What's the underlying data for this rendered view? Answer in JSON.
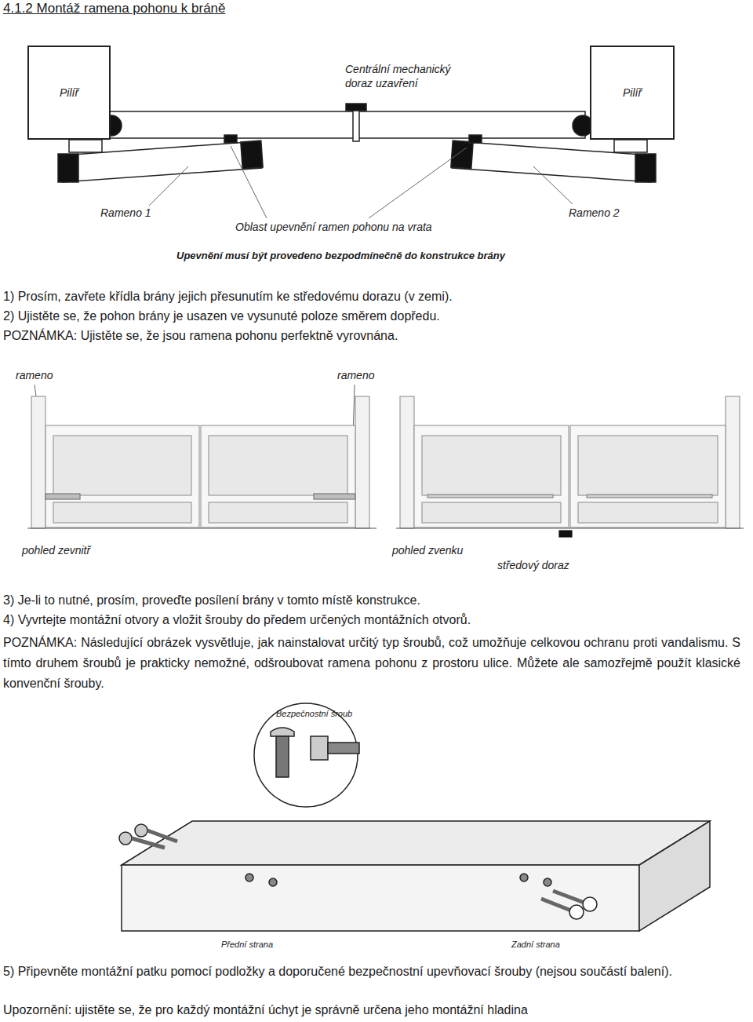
{
  "diagram": {
    "title": "4.1.2 Montáž ramena pohonu k bráně",
    "nodes": [
      {
        "text": [
          "Pilíř"
        ]
      },
      {
        "text": [
          "Pilíř"
        ]
      }
    ],
    "labels": [
      "Centrální mechanický doraz uzavření",
      "Rameno 1",
      "Oblast upevnění ramen pohonu na vrata",
      "Rameno 2",
      "Upevnění musí být provedeno bezpodmínečně do konstrukce brány",
      "1) Prosím, zavřete křídla brány jejich přesunutím ke středovému dorazu (v zemi).",
      "2) Ujistěte se, že pohon brány je usazen ve vysunuté poloze směrem dopředu.",
      "POZNÁMKA: Ujistěte se, že jsou ramena pohonu perfektně vyrovnána.",
      "rameno",
      "rameno",
      "pohled zevnitř",
      "pohled zvenku",
      "středový doraz",
      "3) Je-li to nutné, prosím, proveďte posílení brány v tomto místě konstrukce.",
      "4) Vyvrtejte montážní otvory a vložit šrouby do předem určených montážních otvorů.",
      "POZNÁMKA: Následující obrázek vysvětluje, jak nainstalovat určitý typ šroubů, což umožňuje celkovou ochranu proti vandalismu. S tímto druhem šroubů je prakticky nemožné, odšroubovat ramena pohonu z prostoru ulice. Můžete ale samozřejmě použít klasické konvenční šrouby.",
      "Bezpečnostní šroub",
      "Přední strana",
      "Zadní strana",
      "5) Připevněte montážní patku pomocí podložky a doporučené bezpečnostní upevňovací šrouby (nejsou součástí balení).",
      "Upozornění: ujistěte se, že pro každý montážní úchyt je správně určena jeho montážní hladina"
    ]
  }
}
